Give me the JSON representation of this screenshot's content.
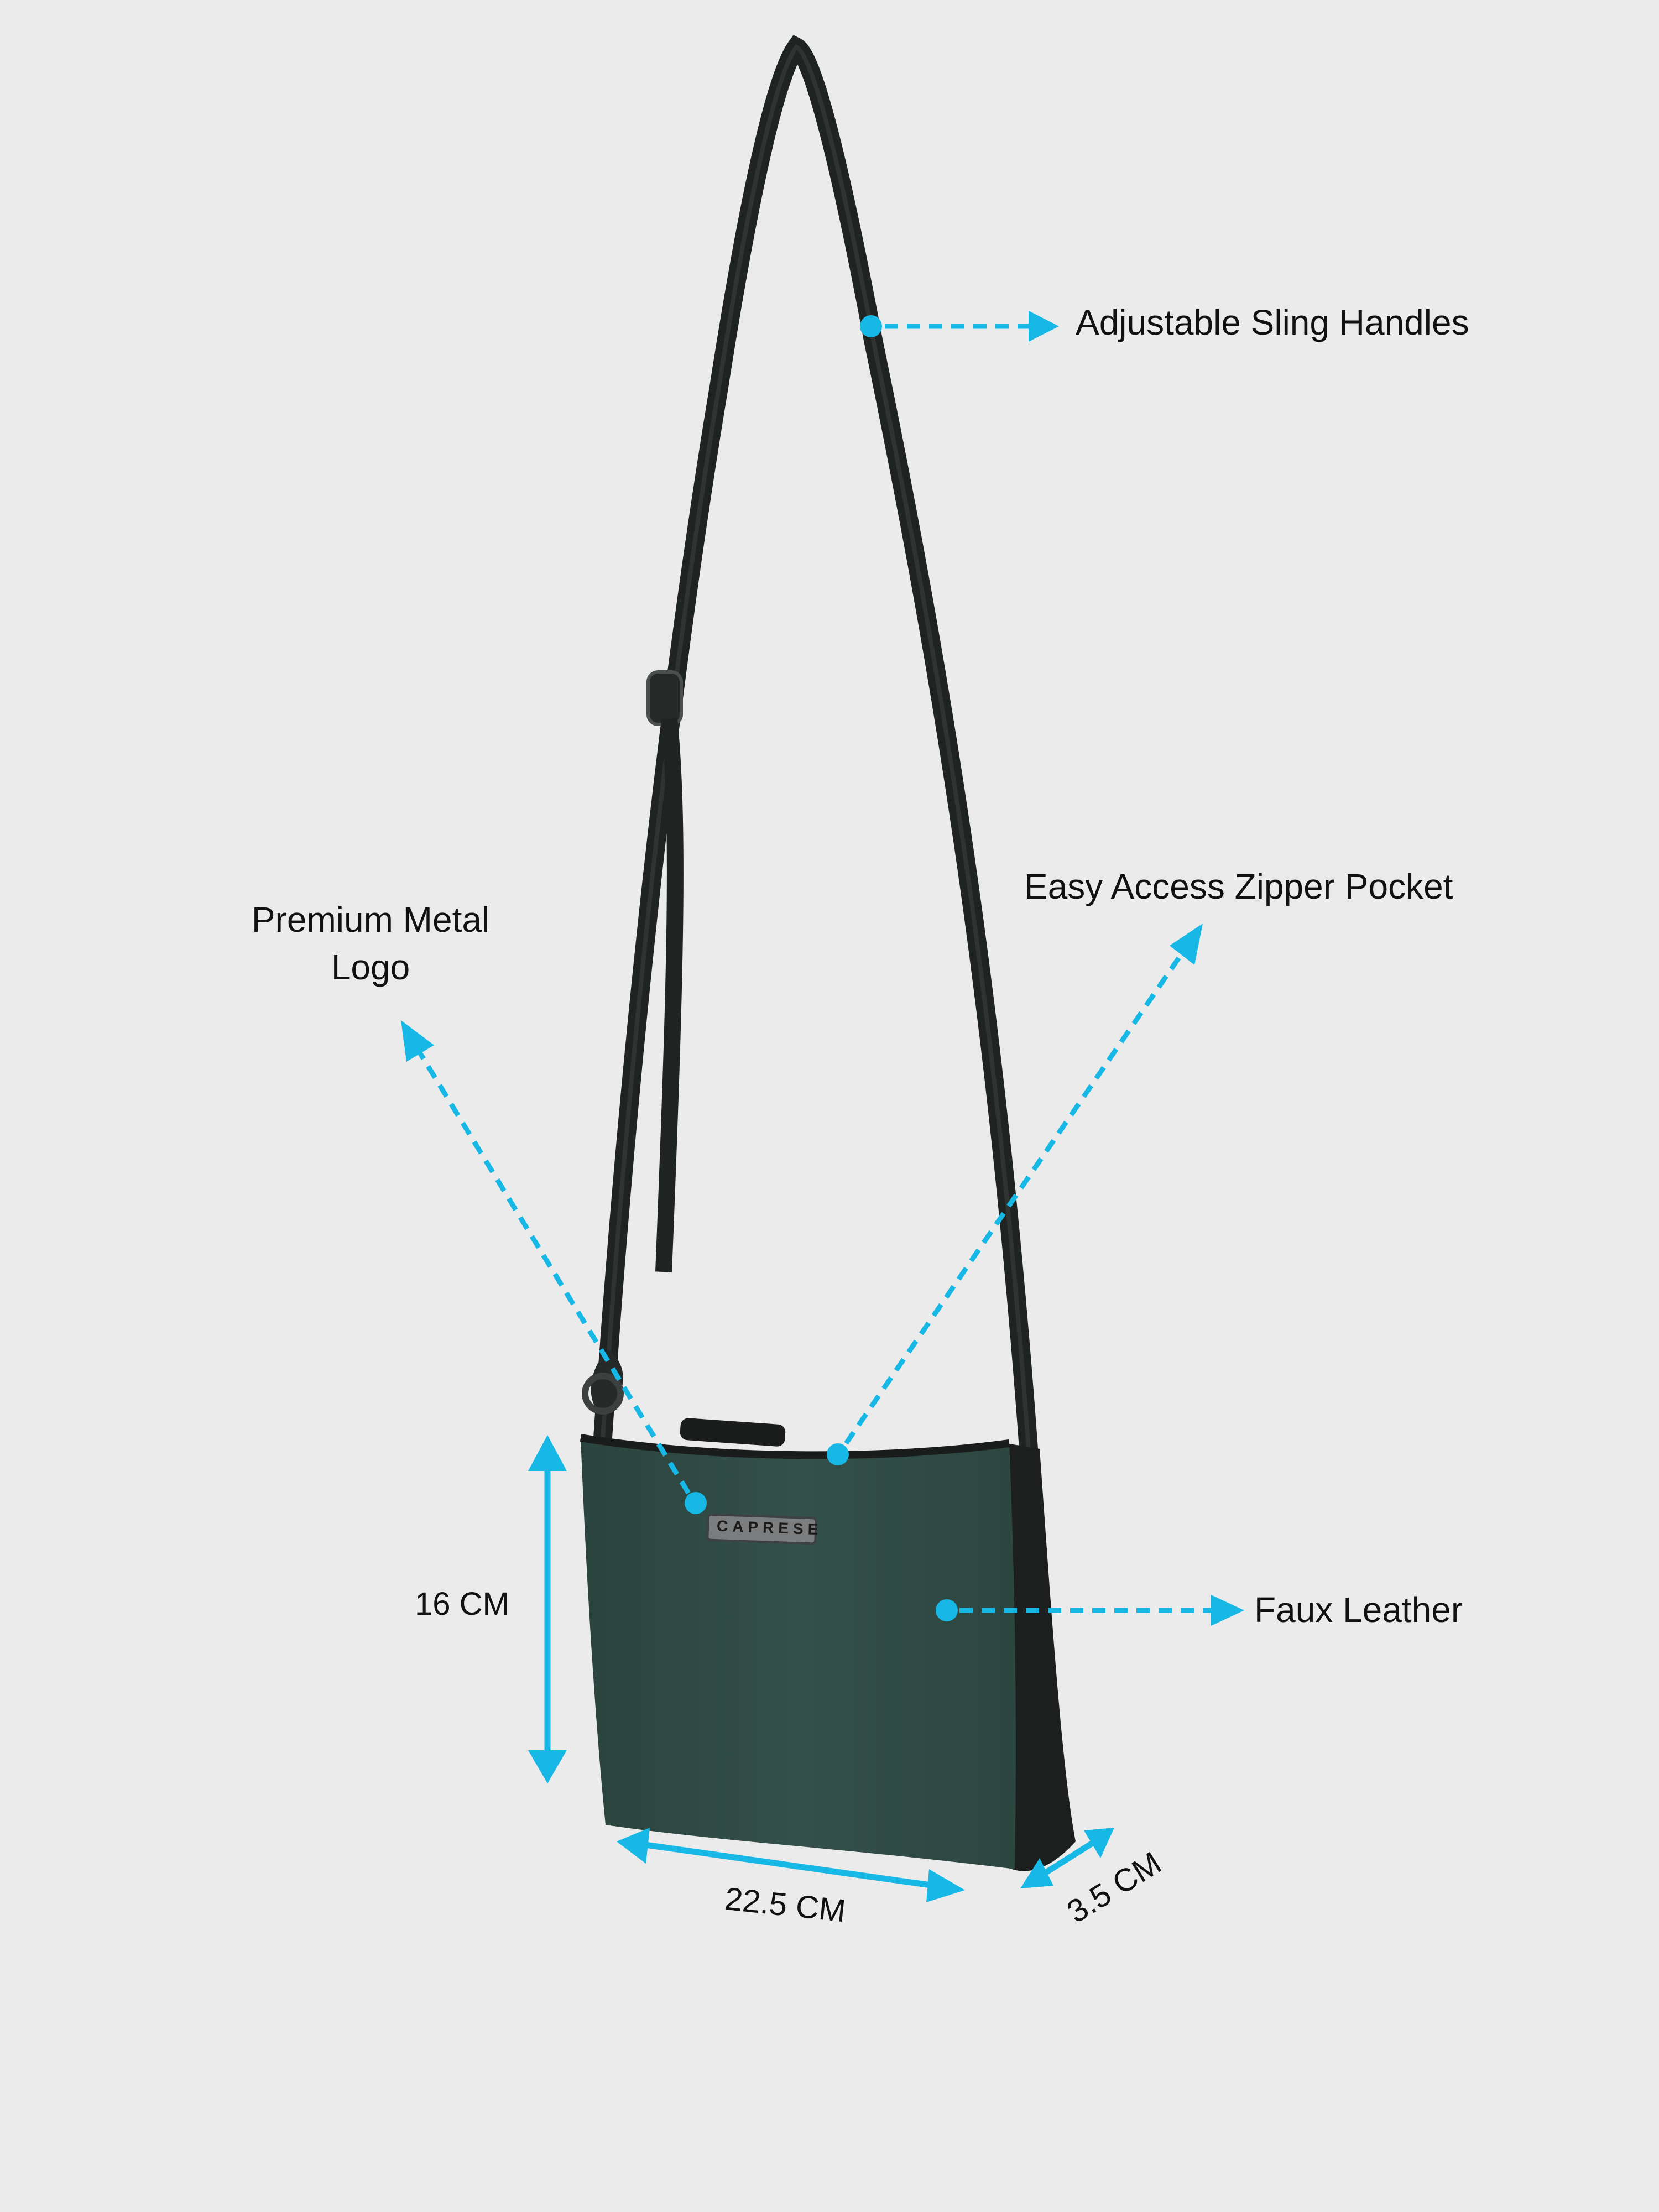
{
  "brand": "CAPRESE",
  "annotations": {
    "sling": "Adjustable Sling Handles",
    "zipper": "Easy Access Zipper Pocket",
    "logo_line1": "Premium Metal",
    "logo_line2": "Logo",
    "leather": "Faux Leather"
  },
  "dimensions": {
    "height": "16 CM",
    "width": "22.5 CM",
    "depth": "3.5 CM"
  },
  "colors": {
    "background": "#ebebeb",
    "accent": "#17b8e6",
    "bag_body": "#2f4a44",
    "strap": "#1f2321"
  }
}
